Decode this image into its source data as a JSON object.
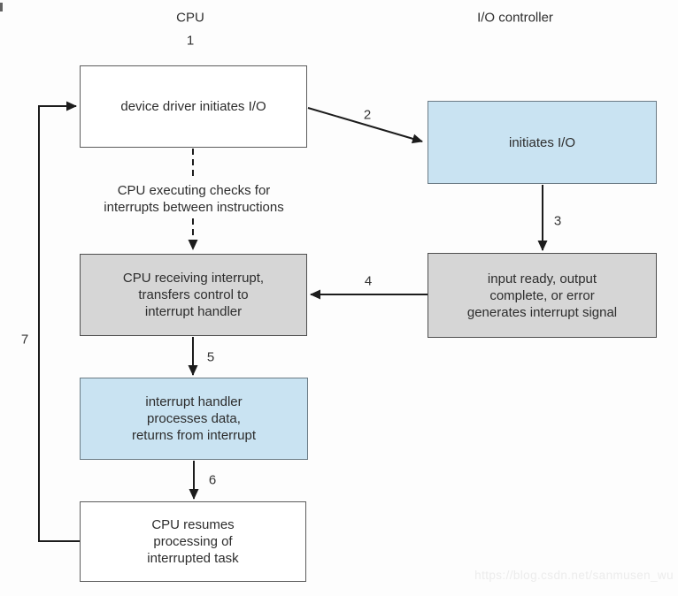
{
  "colors": {
    "box_blue": "#c9e3f2",
    "box_gray": "#d6d6d6",
    "box_white": "#ffffff",
    "border": "#5c5c5c",
    "arrow": "#1c1c1c",
    "watermark": "#ececec"
  },
  "diagram": {
    "column_headers": [
      {
        "id": "cpu",
        "label": "CPU"
      },
      {
        "id": "io-controller",
        "label": "I/O controller"
      }
    ],
    "nodes": [
      {
        "id": "device-driver",
        "label": "device driver initiates I/O",
        "style": "white"
      },
      {
        "id": "initiates-io",
        "label": "initiates I/O",
        "style": "blue"
      },
      {
        "id": "input-ready",
        "label": "input ready, output\ncomplete, or error\ngenerates interrupt signal",
        "style": "gray"
      },
      {
        "id": "cpu-receiving",
        "label": "CPU receiving interrupt,\ntransfers control to\ninterrupt handler",
        "style": "gray"
      },
      {
        "id": "interrupt-handler",
        "label": "interrupt handler\nprocesses data,\nreturns from interrupt",
        "style": "blue"
      },
      {
        "id": "cpu-resumes",
        "label": "CPU resumes\nprocessing of\ninterrupted task",
        "style": "white"
      }
    ],
    "note": "CPU executing checks for\ninterrupts between instructions",
    "step_labels": [
      "1",
      "2",
      "3",
      "4",
      "5",
      "6",
      "7"
    ]
  },
  "watermark": "https://blog.csdn.net/sanmusen_wu"
}
